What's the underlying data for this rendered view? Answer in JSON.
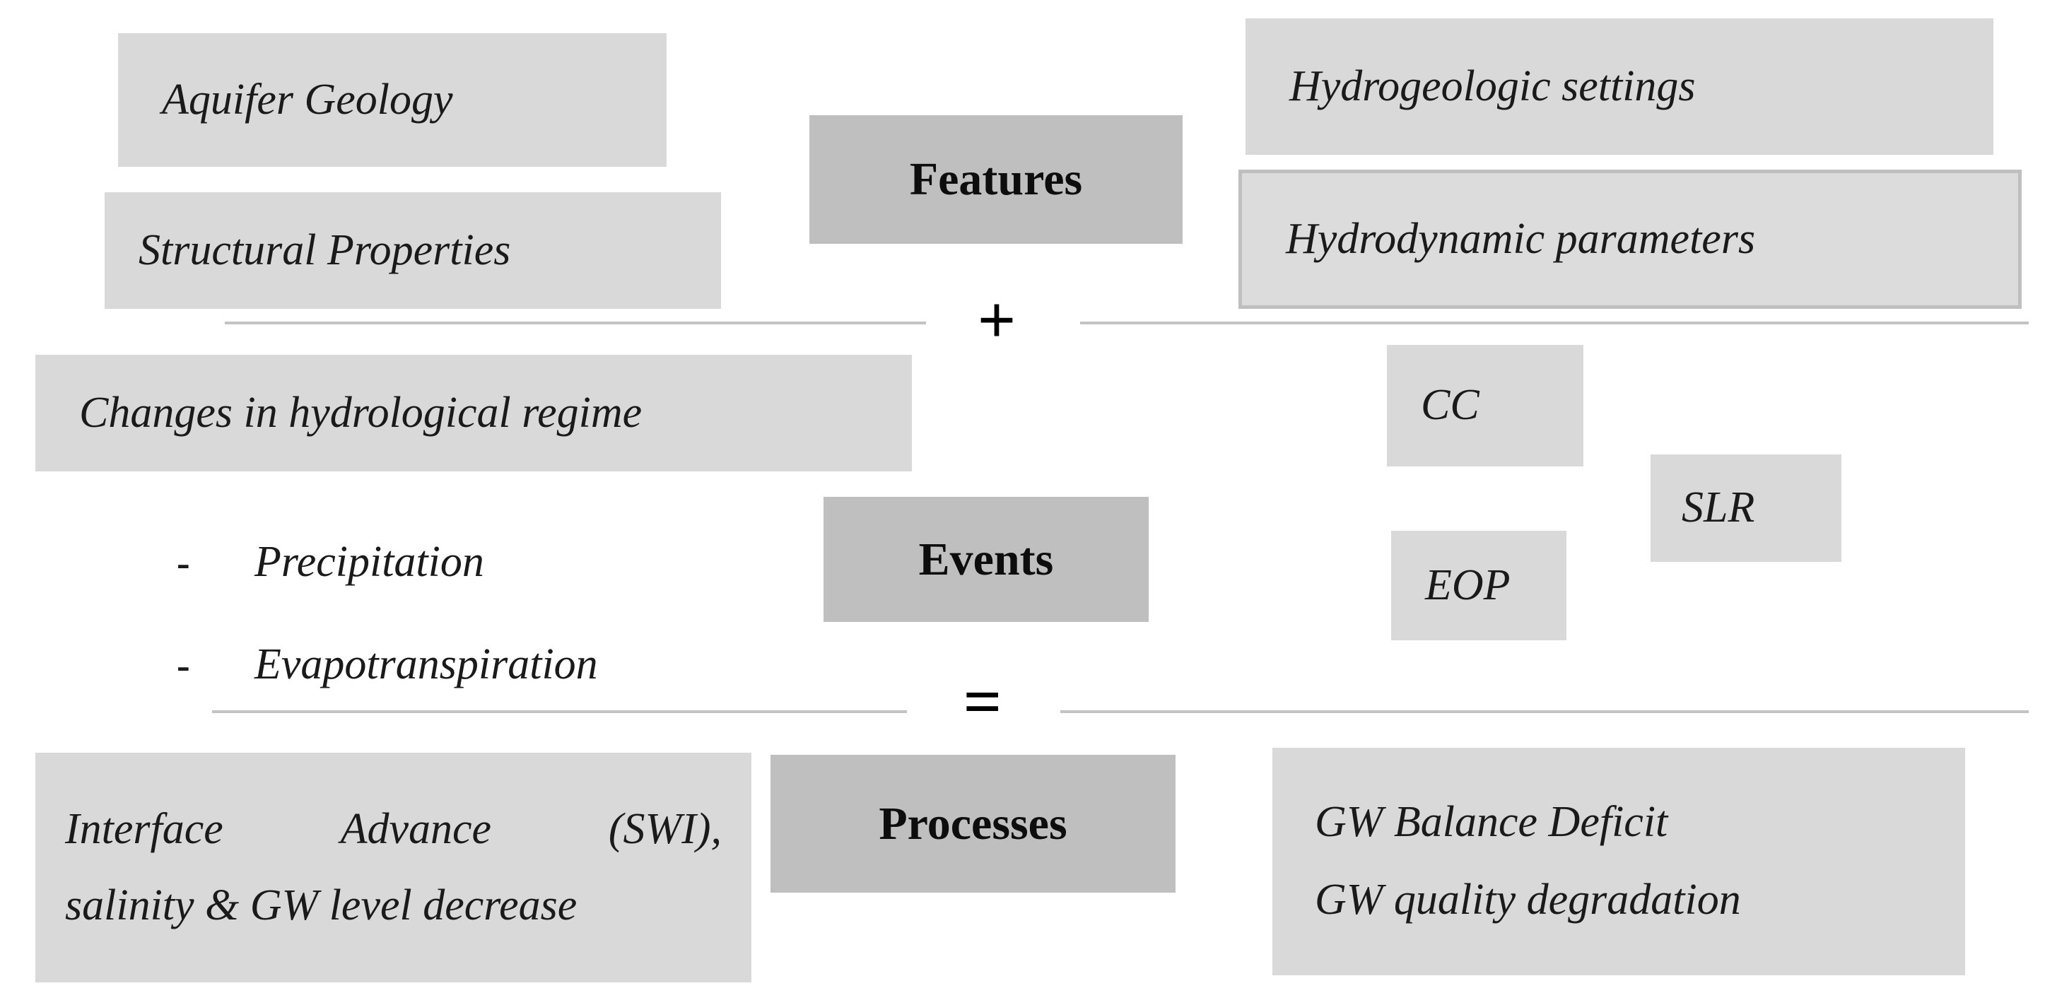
{
  "diagram": {
    "title": "Features + Events = Processes conceptual framework",
    "colors": {
      "box_fill": "#d9d9d9",
      "accent_fill": "#bfbfbf",
      "border": "#bfbfbf",
      "rule": "#c3c3c3",
      "text": "#1a1a1a",
      "background": "#ffffff"
    },
    "rows": [
      {
        "id": "features",
        "center_label": "Features",
        "left_boxes": [
          {
            "label": "Aquifer Geology"
          },
          {
            "label": "Structural Properties"
          }
        ],
        "right_boxes": [
          {
            "label": "Hydrogeologic settings"
          },
          {
            "label": "Hydrodynamic parameters"
          }
        ]
      },
      {
        "id": "events",
        "center_label": "Events",
        "left_boxes": [
          {
            "label": "Changes in hydrological regime"
          }
        ],
        "left_bullets": [
          {
            "marker": "-",
            "label": "Precipitation"
          },
          {
            "marker": "-",
            "label": "Evapotranspiration"
          }
        ],
        "right_boxes": [
          {
            "label": "CC"
          },
          {
            "label": "EOP"
          },
          {
            "label": "SLR"
          }
        ]
      },
      {
        "id": "processes",
        "center_label": "Processes",
        "left_boxes": [
          {
            "line1_a": "Interface",
            "line1_b": "Advance",
            "line1_c": "(SWI),",
            "line2": "salinity & GW level decrease"
          }
        ],
        "right_boxes": [
          {
            "line1": "GW Balance Deficit",
            "line2": "GW quality degradation"
          }
        ]
      }
    ],
    "operators": {
      "plus": "+",
      "equals": "="
    }
  }
}
